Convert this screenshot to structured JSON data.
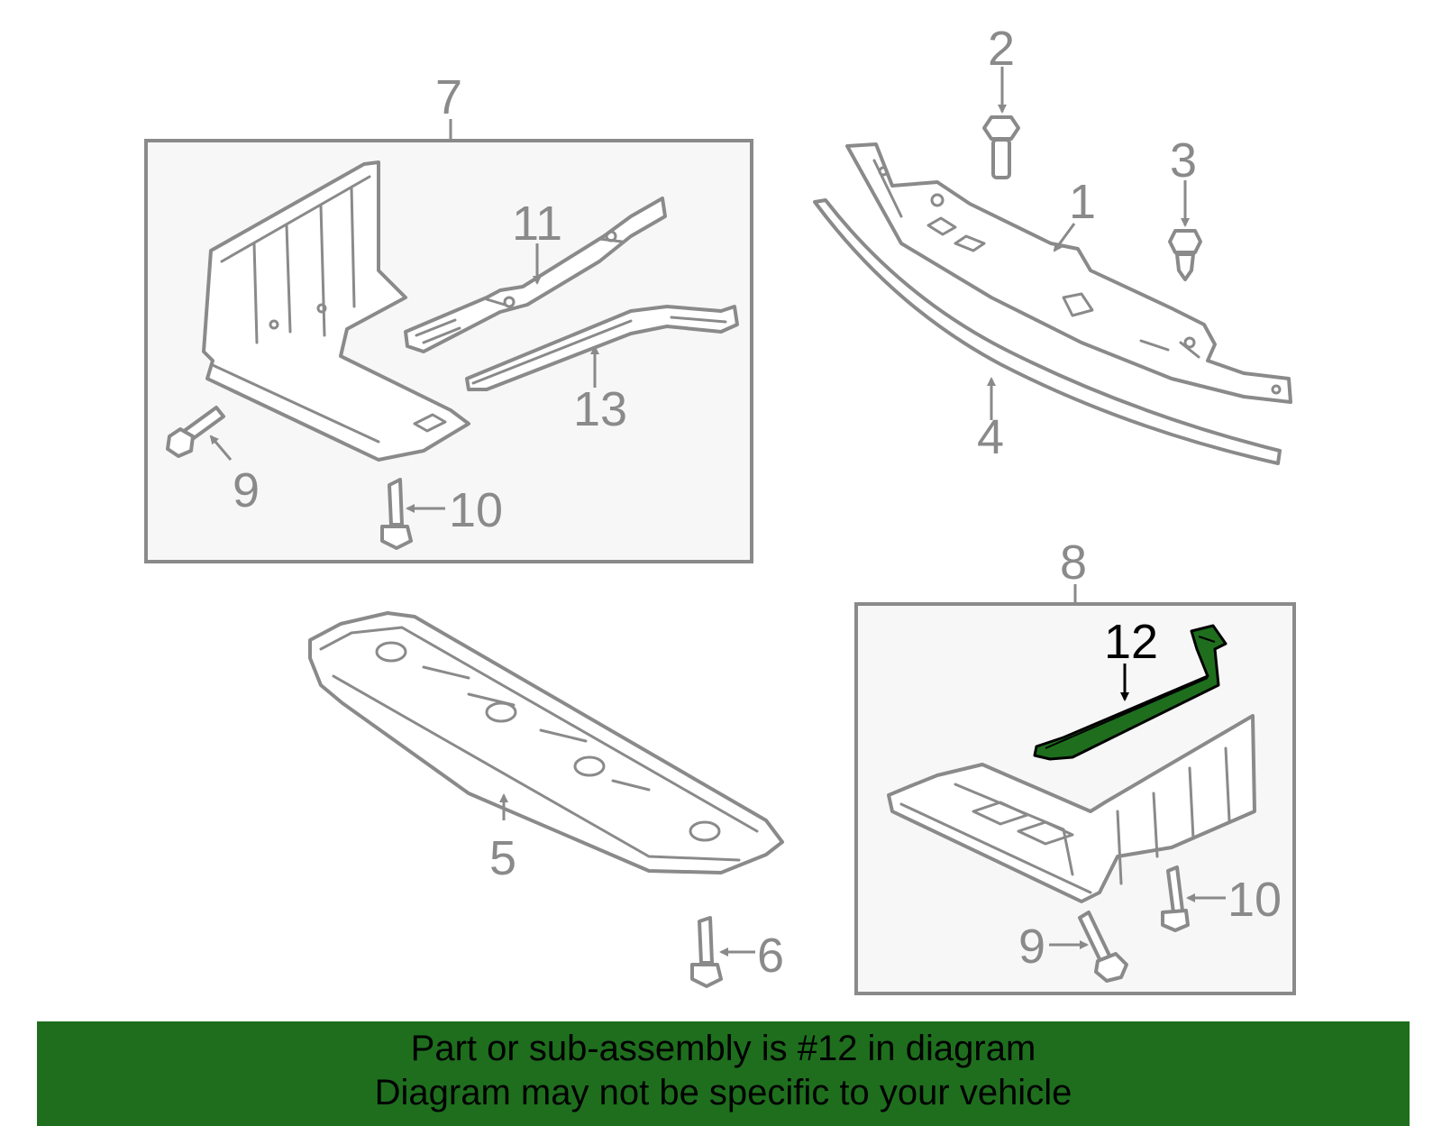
{
  "diagram": {
    "callouts": {
      "c1": "1",
      "c2": "2",
      "c3": "3",
      "c4": "4",
      "c5": "5",
      "c6": "6",
      "c7": "7",
      "c8": "8",
      "c9a": "9",
      "c9b": "9",
      "c10a": "10",
      "c10b": "10",
      "c11": "11",
      "c12": "12",
      "c13": "13"
    },
    "highlighted_part": "12",
    "colors": {
      "highlight": "#1e6e1e",
      "line": "#8a8a8a",
      "banner": "#1e6e1e"
    }
  },
  "banner": {
    "line1": "Part or sub-assembly is #12 in diagram",
    "line2": "Diagram may not be specific to your vehicle"
  }
}
